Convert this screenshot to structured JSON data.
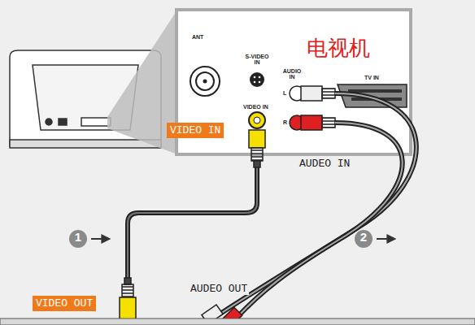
{
  "diagram": {
    "nodes": [
      {
        "text": [
          "电视机"
        ]
      },
      {
        "text": [
          "VIDEO IN"
        ]
      },
      {
        "text": [
          "VIDEO OUT"
        ]
      }
    ],
    "labels": [
      "ANT",
      "S-VIDEO IN",
      "VIDEO IN",
      "AUDIO IN",
      "L",
      "R",
      "TV IN",
      "AUDEO IN",
      "1",
      "2",
      "AUDEO OUT"
    ]
  }
}
